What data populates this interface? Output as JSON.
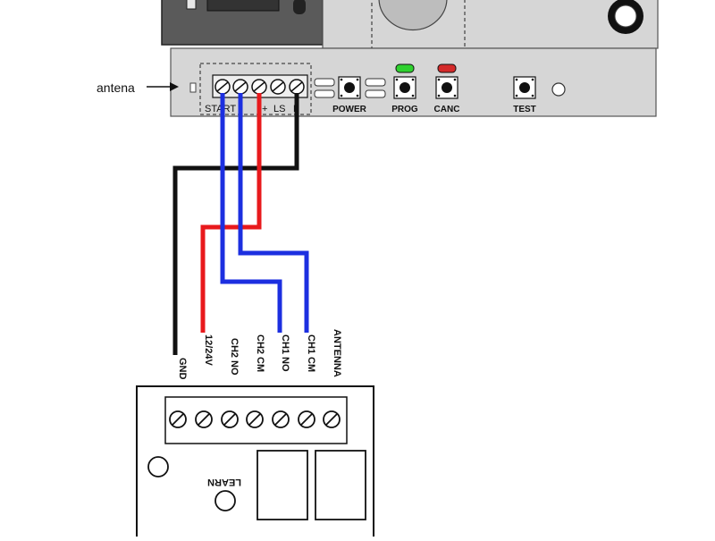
{
  "controller": {
    "antenna_label": "antena",
    "terminal_labels": [
      "START",
      "",
      "+",
      "LS",
      "L"
    ],
    "buttons": [
      {
        "label": "POWER"
      },
      {
        "label": "PROG",
        "led_color": "#2fd12f"
      },
      {
        "label": "CANC",
        "led_color": "#d42a2a"
      },
      {
        "label": "TEST"
      }
    ]
  },
  "receiver": {
    "terminals": [
      "GND",
      "12/24V",
      "CH2 NO",
      "CH2 CM",
      "CH1 NO",
      "CH1 CM",
      "ANTENNA"
    ],
    "learn_label": "LEARN"
  },
  "wire_colors": {
    "black": "#111111",
    "red": "#e8191c",
    "blue": "#1c2fe0"
  }
}
